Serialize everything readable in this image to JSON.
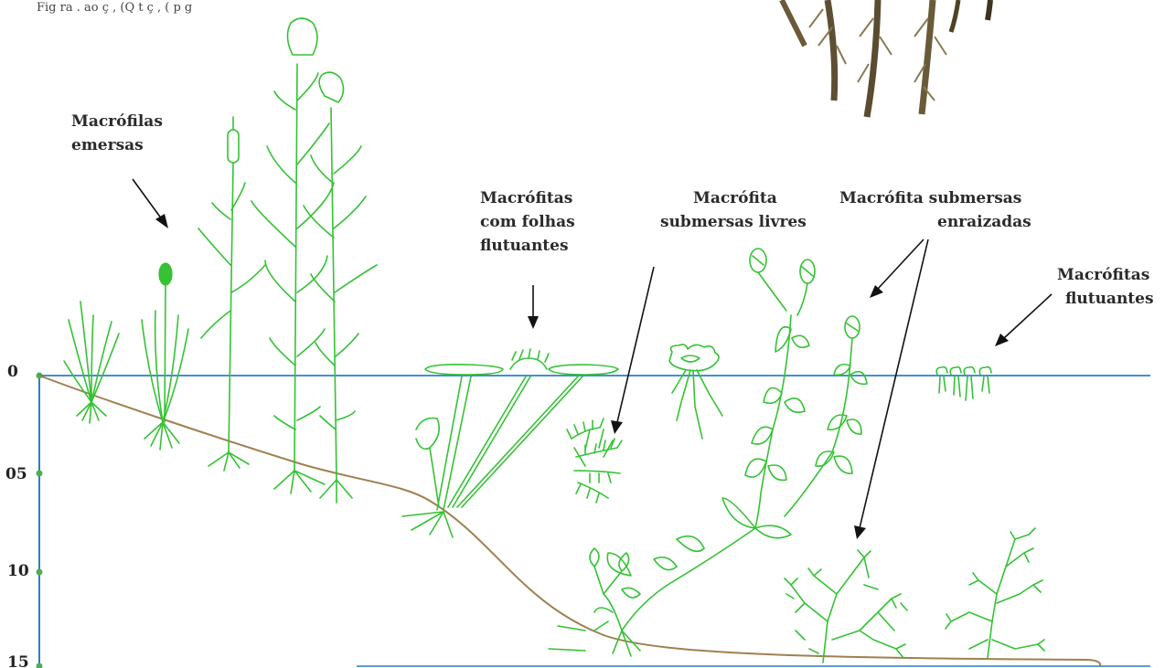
{
  "header_text": "Fig     ra   .     ao   ç    ,      (Q         t   ç   ,   (   p   g",
  "labels": {
    "emersas": [
      "Macrófilas",
      "emersas"
    ],
    "folhas_flutuantes": [
      "Macrófitas",
      "com folhas",
      "flutuantes"
    ],
    "submersas_livres": [
      "Macrófita",
      "submersas livres"
    ],
    "submersas_enraizadas": [
      "Macrófita submersas",
      "enraizadas"
    ],
    "flutuantes": [
      "Macrófitas",
      "flutuantes"
    ]
  },
  "depth_axis": {
    "ticks": [
      "0",
      "05",
      "10",
      "15"
    ]
  },
  "colors": {
    "plant": "#35c235",
    "water_line": "#2a7fc9",
    "sediment": "#a08050",
    "axis": "#2a7fc9",
    "tick_dot": "#4caf50",
    "text": "#2a2a2a"
  }
}
